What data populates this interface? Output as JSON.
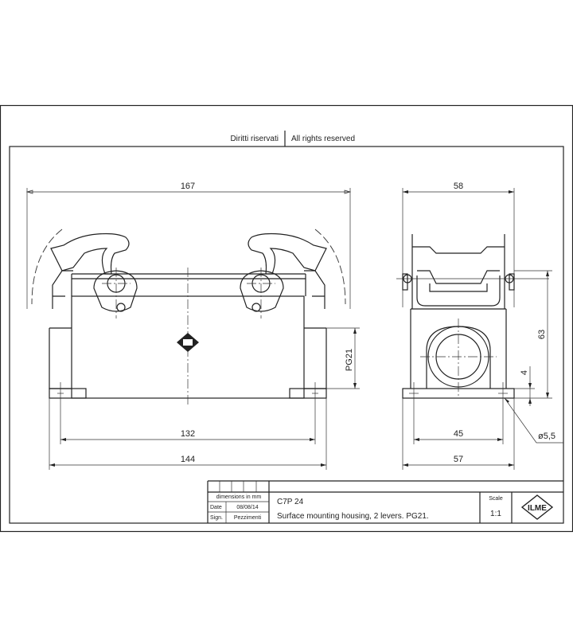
{
  "header": {
    "rights_it": "Diritti riservati",
    "rights_en": "All rights reserved"
  },
  "dimensions": {
    "front_overall_width": "167",
    "front_mount_spacing": "132",
    "front_base_width": "144",
    "thread": "PG21",
    "side_top_width": "58",
    "side_height": "63",
    "side_offset": "4",
    "side_mount_spacing": "45",
    "side_base_width": "57",
    "hole_diameter": "ø5,5"
  },
  "title_block": {
    "units_note": "dimensions in mm",
    "date_label": "Date",
    "date_value": "08/08/14",
    "sign_label": "Sign.",
    "sign_value": "Pezzimenti",
    "code": "C7P 24",
    "description": "Surface mounting housing, 2 levers. PG21.",
    "scale_label": "Scale",
    "scale_value": "1:1",
    "logo_text": "ILME"
  }
}
